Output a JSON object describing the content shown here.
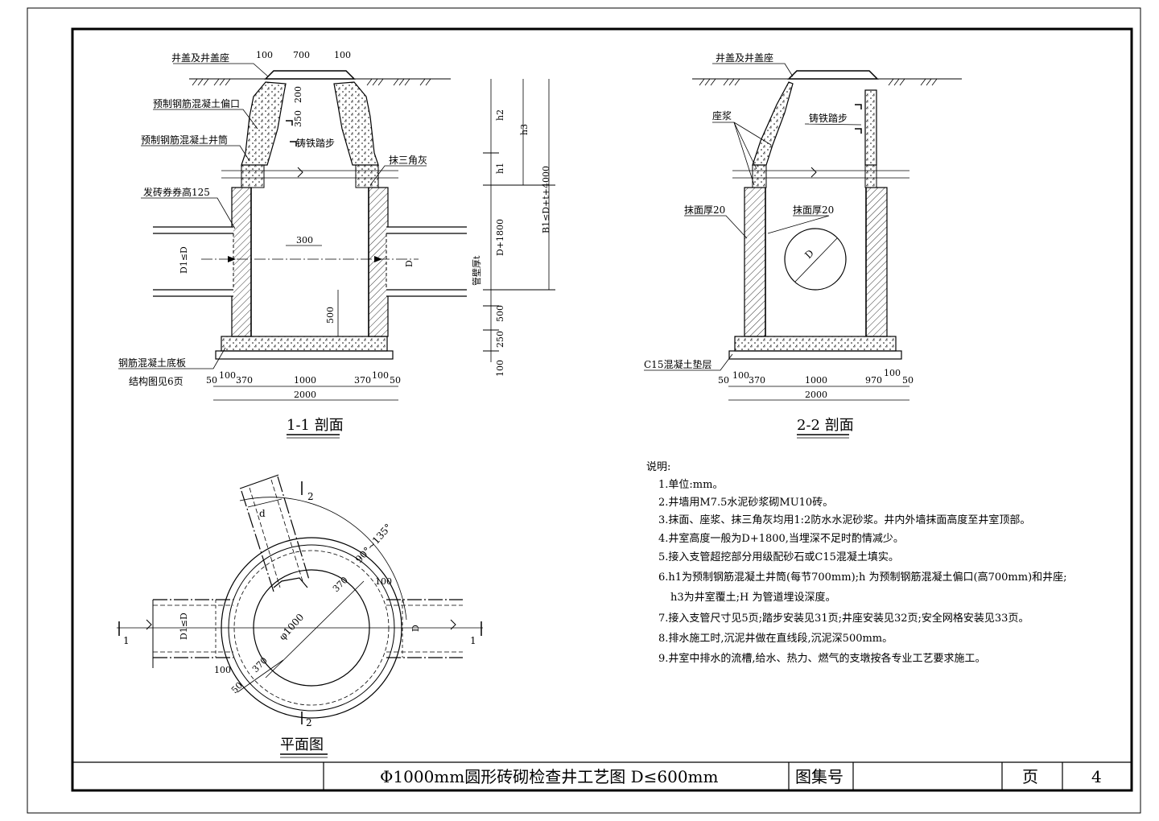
{
  "section11": {
    "title": "1-1 剖面",
    "labels": {
      "cover": "井盖及井盖座",
      "reducer": "预制钢筋混凝土偏口",
      "shaft": "预制钢筋混凝土井筒",
      "arch": "发砖券券高125",
      "triangle": "抹三角灰",
      "step": "铸铁踏步",
      "slab": "钢筋混凝土底板",
      "slab_ref": "结构图见6页",
      "pipe_thick": "管壁厚t"
    },
    "dims_top": [
      "100",
      "700",
      "100"
    ],
    "dims_neck": [
      "200",
      "350"
    ],
    "dims_inner": [
      "300",
      "500"
    ],
    "pipe_left": "D1≤D",
    "pipe_right": "D",
    "dims_right": [
      "h2",
      "h3",
      "h1",
      "B1≤D+t+4000",
      "D+1800",
      "500",
      "250",
      "100"
    ],
    "dims_bottom": [
      "50",
      "100",
      "370",
      "1000",
      "370",
      "100",
      "50"
    ],
    "dim_total": "2000"
  },
  "section22": {
    "title": "2-2 剖面",
    "labels": {
      "cover": "井盖及井盖座",
      "mortar": "座浆",
      "step": "铸铁踏步",
      "plaster_out": "抹面厚20",
      "plaster_in": "抹面厚20",
      "pipe_d": "D",
      "cushion": "C15混凝土垫层"
    },
    "dims_bottom": [
      "50",
      "100",
      "370",
      "1000",
      "970",
      "100",
      "50"
    ],
    "dim_total": "2000"
  },
  "plan": {
    "title": "平面图",
    "diameter": "φ1000",
    "angle": "90°~135°",
    "branch_d": "d",
    "dims": [
      "100",
      "370",
      "100",
      "370",
      "50"
    ],
    "pipe_left": "D1≤D",
    "pipe_right": "D",
    "marks": [
      "1",
      "1",
      "2",
      "2"
    ]
  },
  "notes": {
    "heading": "说明:",
    "items": [
      "1.单位:mm。",
      "2.井墙用M7.5水泥砂浆砌MU10砖。",
      "3.抹面、座浆、抹三角灰均用1:2防水水泥砂浆。井内外墙抹面高度至井室顶部。",
      "4.井室高度一般为D+1800,当埋深不足时酌情减少。",
      "5.接入支管超挖部分用级配砂石或C15混凝土填实。",
      "6.h1为预制钢筋混凝土井筒(每节700mm);h 为预制钢筋混凝土偏口(高700mm)和井座;",
      "h3为井室覆土;H 为管道埋设深度。",
      "7.接入支管尺寸见5页;踏步安装见31页;井座安装见32页;安全网格安装见33页。",
      "8.排水施工时,沉泥井做在直线段,沉泥深500mm。",
      "9.井室中排水的流槽,给水、热力、燃气的支墩按各专业工艺要求施工。"
    ]
  },
  "titleblock": {
    "title": "Φ1000mm圆形砖砌检查井工艺图  D≤600mm",
    "atlas_label": "图集号",
    "atlas_value": "",
    "page_label": "页",
    "page_value": "4"
  }
}
